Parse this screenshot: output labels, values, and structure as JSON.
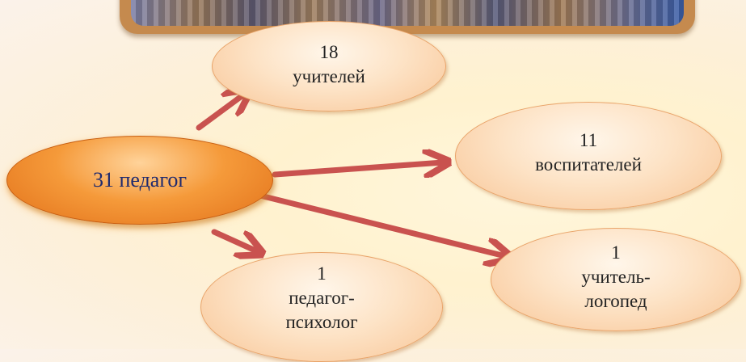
{
  "diagram": {
    "center": {
      "label": "31 педагог"
    },
    "nodes": [
      {
        "lines": [
          "18",
          "учителей"
        ]
      },
      {
        "lines": [
          "11",
          "воспитателей"
        ]
      },
      {
        "lines": [
          "1",
          "педагог-",
          "психолог"
        ]
      },
      {
        "lines": [
          "1",
          "учитель-",
          "логопед"
        ]
      }
    ]
  },
  "colors": {
    "arrow": "#c9524f",
    "center_fill": "#f08a2e",
    "node_fill": "#fcd7b0",
    "center_text": "#1f2a6e"
  }
}
